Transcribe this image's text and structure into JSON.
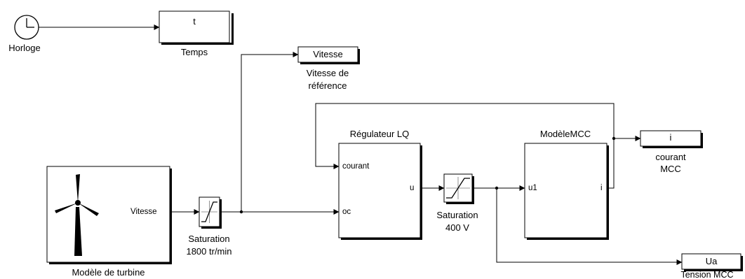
{
  "blocks": {
    "clock": {
      "label": "Horloge"
    },
    "temps": {
      "content": "t",
      "label": "Temps"
    },
    "vitesse_ref": {
      "content": "Vitesse",
      "label_line1": "Vitesse de",
      "label_line2": "référence"
    },
    "regulateur": {
      "title": "Régulateur LQ",
      "in1": "courant",
      "in2": "oc",
      "out1": "u"
    },
    "modele_mcc": {
      "title": "ModèleMCC",
      "in1": "u1",
      "out1": "i"
    },
    "courant_mcc": {
      "content": "i",
      "label_line1": "courant",
      "label_line2": "MCC"
    },
    "tension_mcc": {
      "content": "Ua",
      "label": "Tension MCC"
    },
    "turbine": {
      "out1": "Vitesse",
      "label": "Modèle de turbine"
    },
    "sat1800": {
      "label_line1": "Saturation",
      "label_line2": "1800 tr/min"
    },
    "sat400": {
      "label_line1": "Saturation",
      "label_line2": "400 V"
    }
  }
}
